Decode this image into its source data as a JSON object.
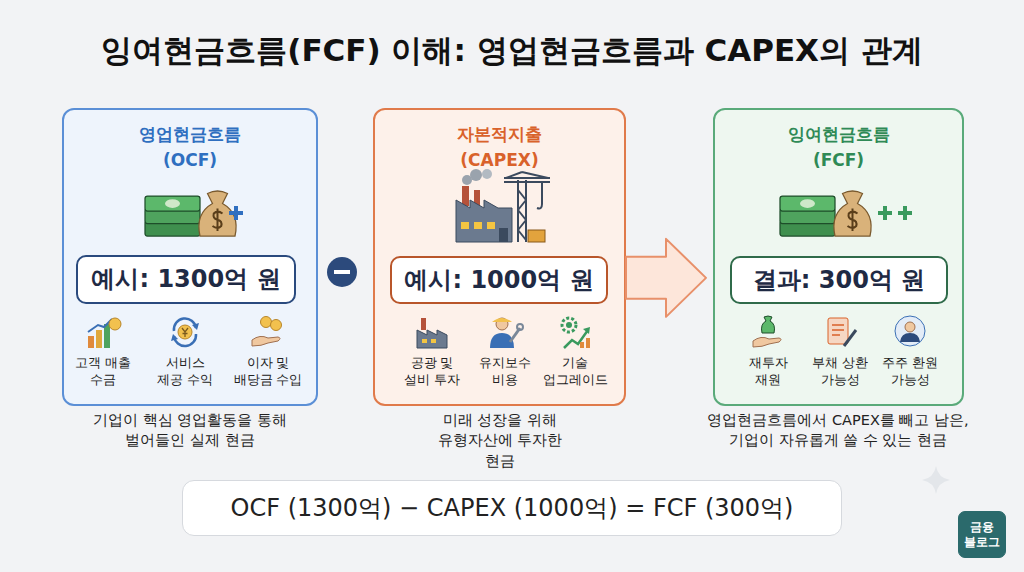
{
  "diagram": {
    "title": "잉여현금흐름(FCF) 이해: 영업현금흐름과 CAPEX의 관계",
    "nodes": [
      {
        "text": [
          "영업현금흐름 (OCF)",
          "고객 매출 수금",
          "서비스 제공 수익",
          "이자 및 배당금 수입"
        ]
      },
      {
        "text": [
          "예시: 1300억 원"
        ],
        "in": 0
      },
      {
        "text": [
          "자본적지출 (CAPEX)",
          "공광 및 설비 투자",
          "유지보수 비용",
          "기술 업그레이드"
        ]
      },
      {
        "text": [
          "예시: 1000억 원"
        ],
        "in": 2
      },
      {
        "text": [
          "잉여현금흐름 (FCF)",
          "재투자 재원",
          "부채 상환 가능성",
          "주주 환원 가능성"
        ]
      },
      {
        "text": [
          "결과: 300억 원"
        ],
        "in": 4
      },
      {
        "text": [
          "OCF (1300억) − CAPEX (1000억) = FCF (300억)"
        ]
      },
      {
        "text": [
          "금융 블로그"
        ]
      }
    ],
    "edges": [
      {
        "from": 2,
        "to": 4,
        "arrow": "to"
      }
    ],
    "labels": [
      "기업이 핵심 영업활동을 통해 벌어들인 실제 현금",
      "미래 성장을 위해 유형자산에 투자한 현금",
      "영업현금흐름에서 CAPEX를 빼고 남은, 기업이 자유롭게 쓸 수 있는 현금"
    ]
  }
}
